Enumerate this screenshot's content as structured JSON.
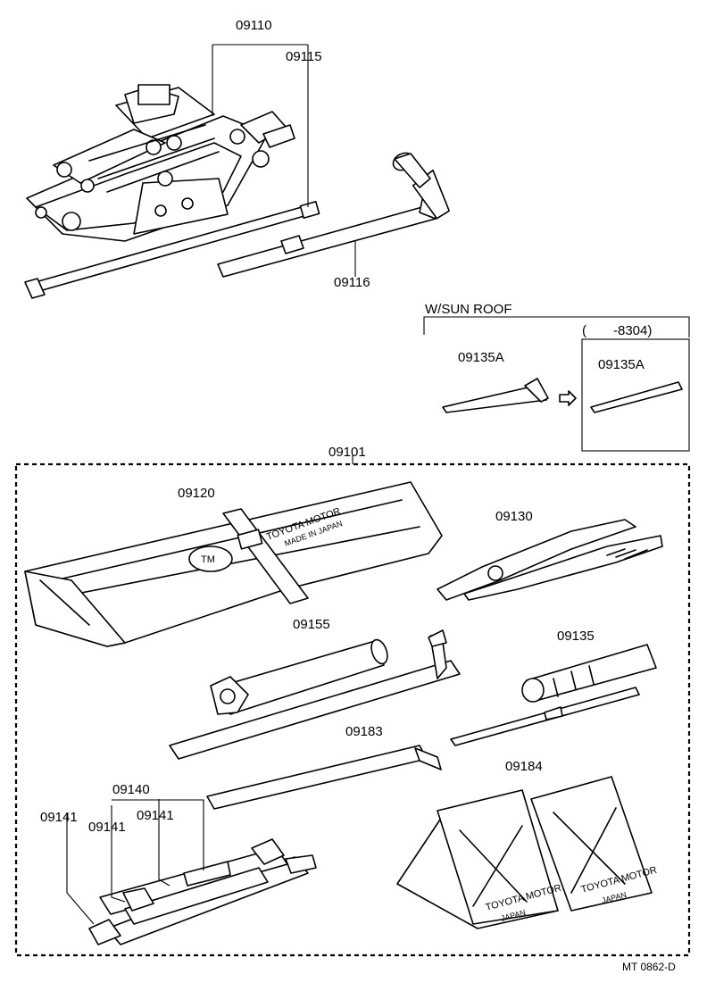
{
  "labels": {
    "jack_assembly": "09110",
    "jack_handle": "09115",
    "wheel_nut_wrench": "09116",
    "sunroof_group_title": "W/SUN ROOF",
    "sunroof_range": "(　　-8304)",
    "sunroof_wrench_left": "09135A",
    "sunroof_wrench_right": "09135A",
    "tool_kit_set": "09101",
    "tool_bag": "09120",
    "pliers": "09130",
    "spark_plug_wrench": "09155",
    "screwdriver": "09135",
    "bar": "09183",
    "wheel_chock": "09184",
    "wrench_set": "09140",
    "wrench_a": "09141",
    "wrench_b": "09141",
    "wrench_c": "09141",
    "drawing_code": "MT 0862-D"
  },
  "stamps": {
    "bag_text_line1": "TOYOTA MOTOR",
    "bag_text_line2": "MADE IN JAPAN",
    "chock_text_line1": "TOYOTA MOTOR",
    "chock_text_line2": "JAPAN"
  },
  "colors": {
    "ink": "#000000",
    "paper": "#ffffff"
  }
}
